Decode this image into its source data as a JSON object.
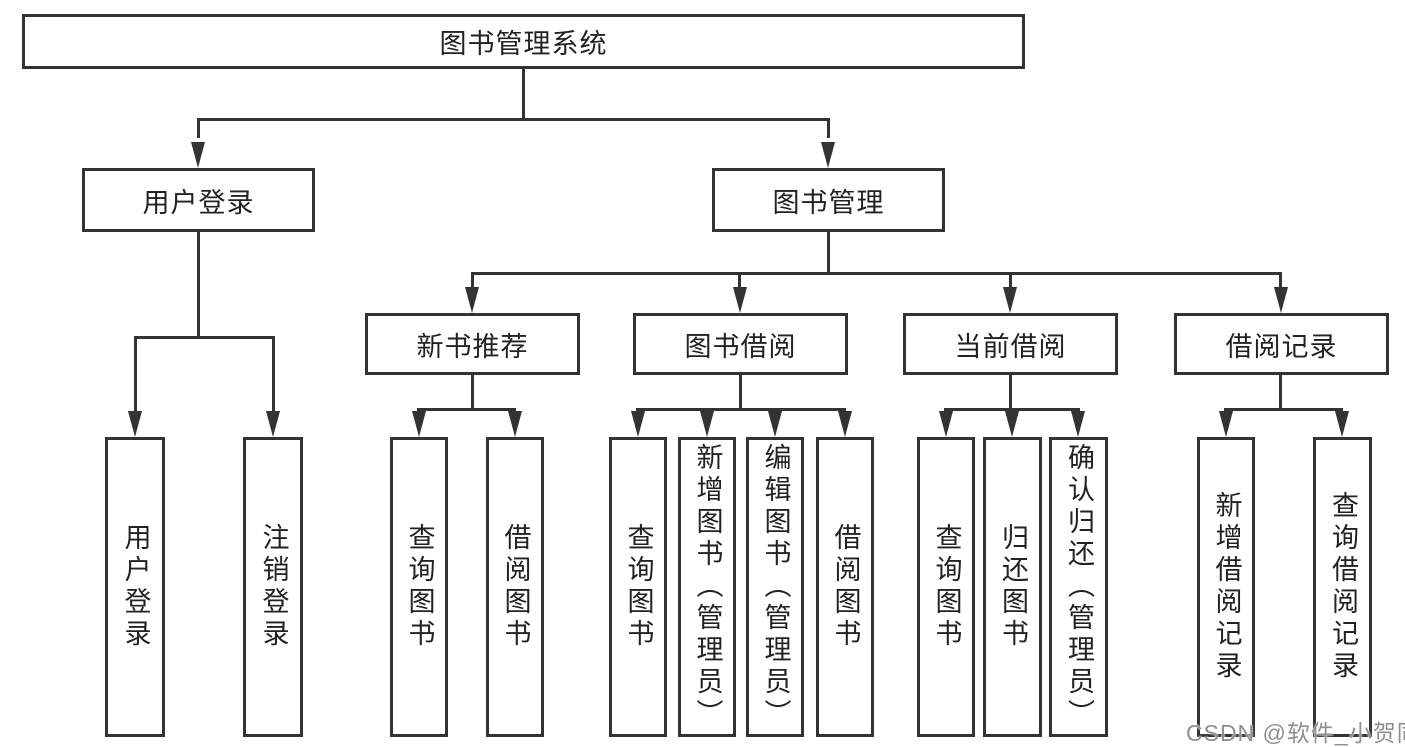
{
  "tree": {
    "root": {
      "label": "图书管理系统",
      "children": [
        {
          "label": "用户登录",
          "children": [
            {
              "label": "用户登录"
            },
            {
              "label": "注销登录"
            }
          ]
        },
        {
          "label": "图书管理",
          "children": [
            {
              "label": "新书推荐",
              "children": [
                {
                  "label": "查询图书"
                },
                {
                  "label": "借阅图书"
                }
              ]
            },
            {
              "label": "图书借阅",
              "children": [
                {
                  "label": "查询图书"
                },
                {
                  "label": "新增图书（管理员）"
                },
                {
                  "label": "编辑图书（管理员）"
                },
                {
                  "label": "借阅图书"
                }
              ]
            },
            {
              "label": "当前借阅",
              "children": [
                {
                  "label": "查询图书"
                },
                {
                  "label": "归还图书"
                },
                {
                  "label": "确认归还（管理员）"
                }
              ]
            },
            {
              "label": "借阅记录",
              "children": [
                {
                  "label": "新增借阅记录"
                },
                {
                  "label": "查询借阅记录"
                }
              ]
            }
          ]
        }
      ]
    }
  },
  "watermark": {
    "text": "CSDN @软件_小贺同学"
  },
  "colors": {
    "line": "#333333",
    "text": "#222222",
    "background": "#ffffff",
    "watermark": "#8f8f8f"
  }
}
